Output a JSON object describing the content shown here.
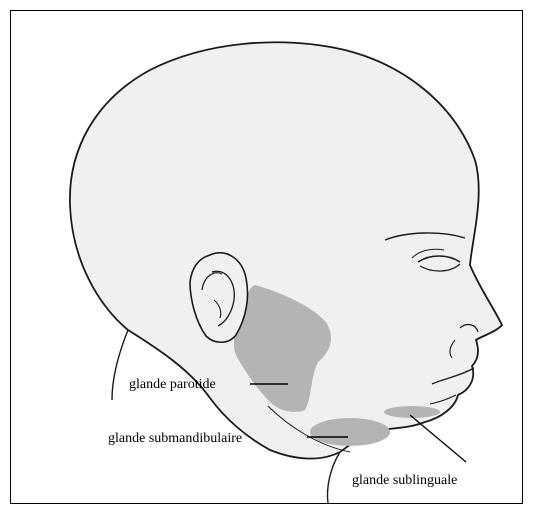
{
  "diagram": {
    "labels": {
      "parotid": "glande parotide",
      "submandibular": "glande submandibulaire",
      "sublingual": "glande sublinguale"
    },
    "colors": {
      "skin": "#f0f0f0",
      "gland": "#b4b4b4",
      "outline": "#1a1a1a",
      "frame": "#000000"
    }
  }
}
